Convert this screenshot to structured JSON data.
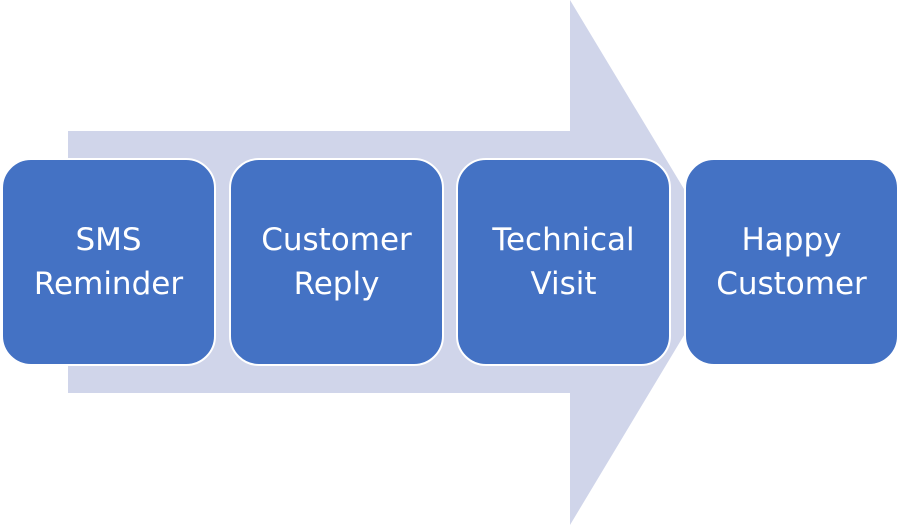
{
  "diagram": {
    "type": "process-arrow",
    "colors": {
      "arrow": "#d0d5ea",
      "box": "#4472c4",
      "box_border": "#ffffff",
      "text": "#ffffff"
    },
    "steps": [
      {
        "line1": "SMS",
        "line2": "Reminder"
      },
      {
        "line1": "Customer",
        "line2": "Reply"
      },
      {
        "line1": "Technical",
        "line2": "Visit"
      },
      {
        "line1": "Happy",
        "line2": "Customer"
      }
    ]
  }
}
